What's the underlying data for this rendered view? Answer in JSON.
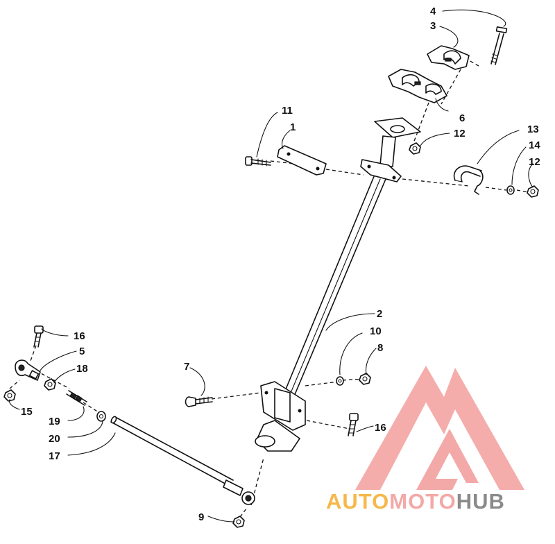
{
  "callouts": [
    {
      "id": "c4",
      "label": "4"
    },
    {
      "id": "c3",
      "label": "3"
    },
    {
      "id": "c11",
      "label": "11"
    },
    {
      "id": "c1",
      "label": "1"
    },
    {
      "id": "c6",
      "label": "6"
    },
    {
      "id": "c12a",
      "label": "12"
    },
    {
      "id": "c13",
      "label": "13"
    },
    {
      "id": "c14",
      "label": "14"
    },
    {
      "id": "c12b",
      "label": "12"
    },
    {
      "id": "c2",
      "label": "2"
    },
    {
      "id": "c10",
      "label": "10"
    },
    {
      "id": "c8",
      "label": "8"
    },
    {
      "id": "c7",
      "label": "7"
    },
    {
      "id": "c16a",
      "label": "16"
    },
    {
      "id": "c5",
      "label": "5"
    },
    {
      "id": "c18",
      "label": "18"
    },
    {
      "id": "c15",
      "label": "15"
    },
    {
      "id": "c19",
      "label": "19"
    },
    {
      "id": "c20",
      "label": "20"
    },
    {
      "id": "c17",
      "label": "17"
    },
    {
      "id": "c16b",
      "label": "16"
    },
    {
      "id": "c9",
      "label": "9"
    }
  ],
  "watermark": {
    "part1": "AUTO",
    "part2": "MOTO",
    "part3": "HUB",
    "colors": {
      "logo": "#f3a9a7",
      "auto": "#f6b84a",
      "moto": "#f3a9a7",
      "hub": "#8a8a8a"
    }
  }
}
